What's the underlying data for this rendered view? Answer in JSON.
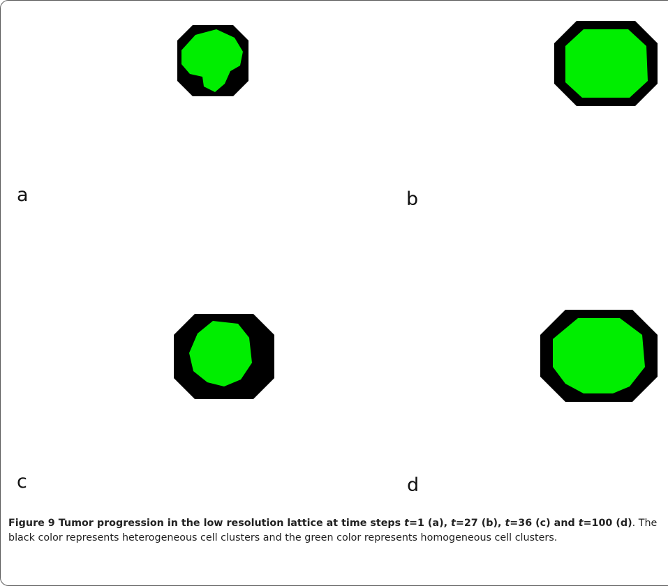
{
  "panels": [
    {
      "label": "a",
      "heterogeneous_color": "#000000",
      "homogeneous_color": "#00ee00"
    },
    {
      "label": "b",
      "heterogeneous_color": "#000000",
      "homogeneous_color": "#00ee00"
    },
    {
      "label": "c",
      "heterogeneous_color": "#000000",
      "homogeneous_color": "#00ee00"
    },
    {
      "label": "d",
      "heterogeneous_color": "#000000",
      "homogeneous_color": "#00ee00"
    }
  ],
  "caption": {
    "figure_label": "Figure 9",
    "title_parts": [
      " Tumor progression in the low resolution lattice at time steps ",
      "t",
      "=1 (a), ",
      "t",
      "=27 (b), ",
      "t",
      "=36 (c) and ",
      "t",
      "=100 (d)"
    ],
    "body": ". The black color represents heterogeneous cell clusters and the green color represents homogeneous cell clusters."
  }
}
